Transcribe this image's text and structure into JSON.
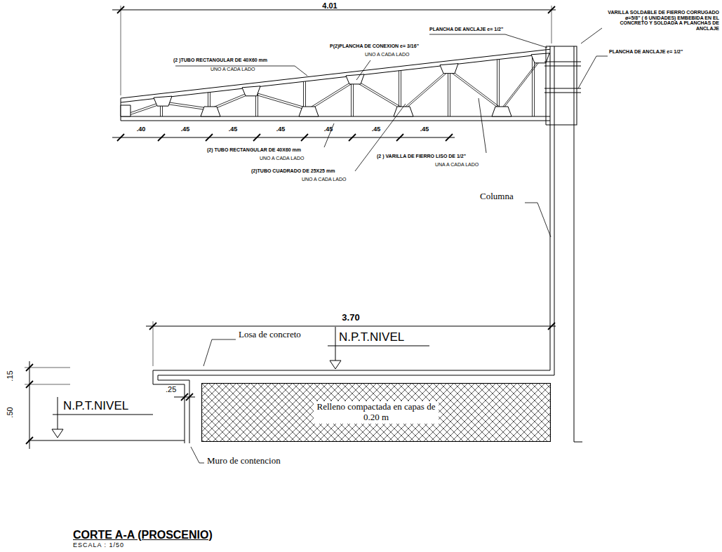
{
  "diagram": {
    "title": "CORTE A-A (PROSCENIO)",
    "caption": "ESCALA : 1/50",
    "nodes": [
      {
        "text": [
          "Relleno compactada en capas de 0.20 m"
        ]
      }
    ],
    "labels": [
      "4.01",
      "PLANCHA DE ANCLAJE e= 1/2\"",
      "VARILLA SOLDABLE DE FIERRO CORRUGADO ø=5/8\" ( 6 UNIDADES) EMBEBIDA EN EL CONCRETO Y SOLDADA A PLANCHAS DE ANCLAJE",
      "PLANCHA DE ANCLAJE e= 1/2\"",
      "P(2)PLANCHA DE CONEXION e= 3/16\"",
      "UNO A CADA LADO",
      "(2 )TUBO RECTANGULAR DE 40X60 mm",
      "UNO A CADA LADO",
      ".40",
      ".45",
      ".45",
      ".45",
      ".45",
      ".45",
      ".45",
      "(2) TUBO RECTANGULAR DE 40X60 mm",
      "UNO A CADA LADO",
      "(2)TUBO CUADRADO DE 25X25 mm",
      "UNO A CADA LADO",
      "(2 ) VARILLA DE FIERRO LISO DE 1/2\"",
      "UNA A CADA LADO",
      "Columna",
      "3.70",
      "Losa de concreto",
      "N.P.T.NIVEL",
      ".15",
      ".50",
      "N.P.T.NIVEL",
      ".25",
      "Muro de contencion"
    ]
  }
}
